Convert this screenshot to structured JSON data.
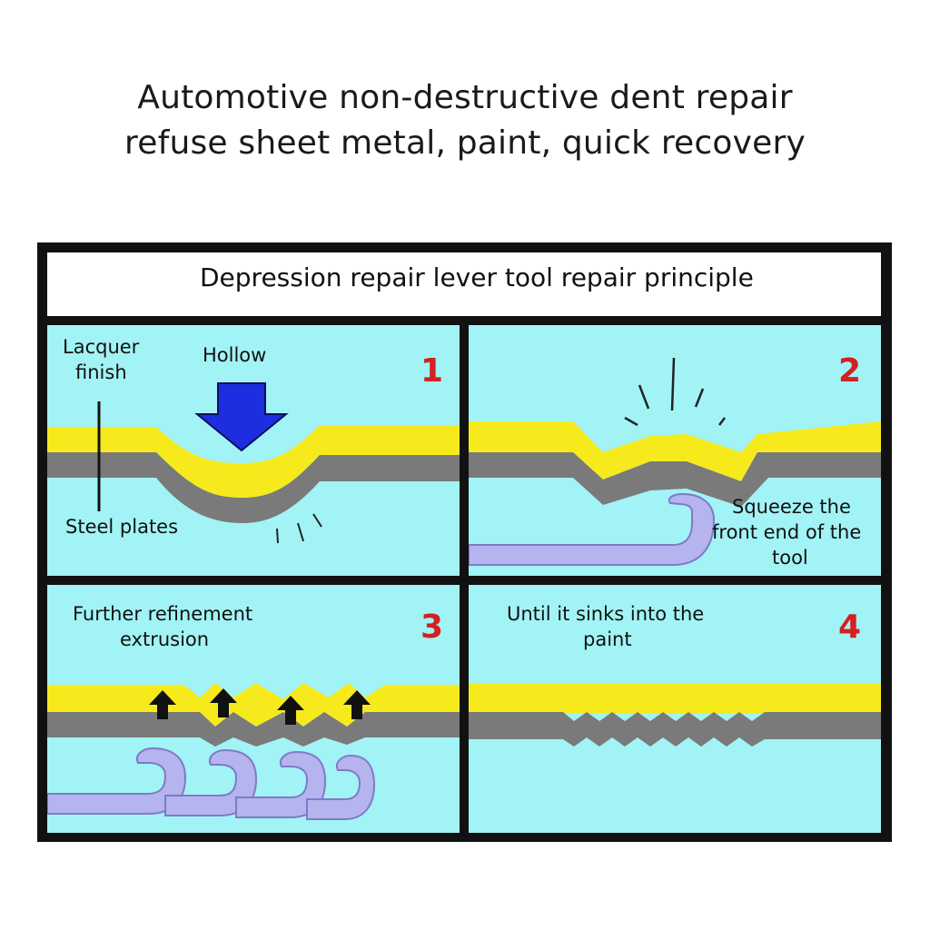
{
  "header": {
    "line1": "Automotive non-destructive dent repair",
    "line2": "refuse sheet metal, paint, quick recovery"
  },
  "banner": {
    "title": "Depression repair lever tool repair principle"
  },
  "panels": [
    {
      "number": "1",
      "labels": {
        "lacquer_line1": "Lacquer",
        "lacquer_line2": "finish",
        "hollow": "Hollow",
        "steel": "Steel plates"
      }
    },
    {
      "number": "2",
      "labels": {
        "line1": "Squeeze the",
        "line2": "front end of the",
        "line3": "tool"
      }
    },
    {
      "number": "3",
      "labels": {
        "line1": "Further refinement",
        "line2": "extrusion"
      }
    },
    {
      "number": "4",
      "labels": {
        "line1": "Until it sinks into the",
        "line2": "paint"
      }
    }
  ],
  "colors": {
    "panel_background": "#a2f3f5",
    "paint_layer": "#f7ea1c",
    "steel_layer": "#7a7a7a",
    "tool": "#b6b4ee",
    "arrow_hollow": "#1c2ee0",
    "step_number": "#d42020",
    "frame": "#111111"
  }
}
